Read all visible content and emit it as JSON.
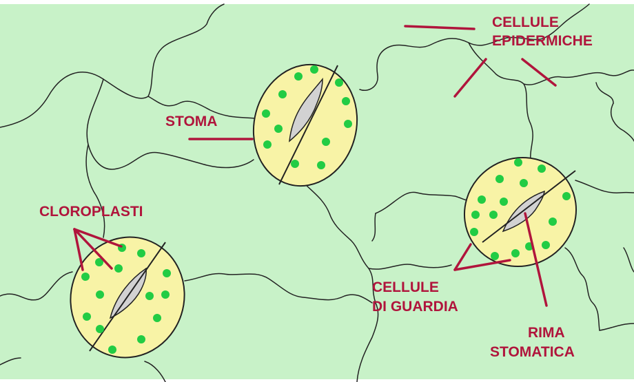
{
  "labels": {
    "cellule_epidermiche_1": "CELLULE",
    "cellule_epidermiche_2": "EPIDERMICHE",
    "stoma": "STOMA",
    "cloroplasti": "CLOROPLASTI",
    "cellule_di_guardia_1": "CELLULE",
    "cellule_di_guardia_2": "DI GUARDIA",
    "rima_stomatica_1": "RIMA",
    "rima_stomatica_2": "STOMATICA"
  },
  "colors": {
    "background": "#c8f2c8",
    "cell_walls": "#222222",
    "guard_cell": "#f8f3a6",
    "chloroplast": "#22cc44",
    "pore": "#d2d2d2",
    "label": "#b0153c"
  }
}
